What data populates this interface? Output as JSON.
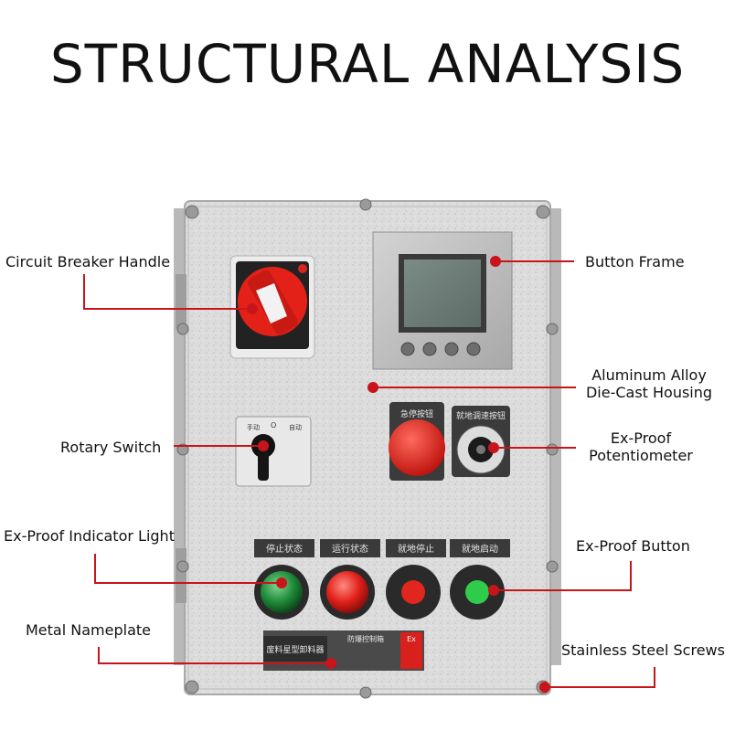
{
  "title": "STRUCTURAL ANALYSIS",
  "labels": {
    "circuit_breaker_handle": "Circuit Breaker Handle",
    "button_frame": "Button Frame",
    "housing_line1": "Aluminum Alloy",
    "housing_line2": "Die-Cast Housing",
    "rotary_switch": "Rotary Switch",
    "potentiometer_line1": "Ex-Proof",
    "potentiometer_line2": "Potentiometer",
    "indicator_light": "Ex-Proof Indicator Light",
    "ex_proof_button": "Ex-Proof Button",
    "metal_nameplate": "Metal Nameplate",
    "stainless_screws": "Stainless Steel Screws"
  },
  "panel_text": {
    "emergency_stop": "急停按钮",
    "local_speed": "就地调速按钮",
    "stop_status": "停止状态",
    "run_status": "运行状态",
    "local_stop": "就地停止",
    "local_start": "就地启动",
    "nameplate_title": "废料星型卸料器",
    "nameplate_header": "防爆控制箱",
    "ex_mark": "Ex",
    "rotary_left": "手动",
    "rotary_top": "O",
    "rotary_right": "自动"
  },
  "colors": {
    "accent_red": "#d8201c",
    "pointer_line": "#c8141a",
    "housing_gray": "#d9d9d9",
    "indicator_green": "#1f8a3a",
    "button_green": "#2ecc4a"
  }
}
